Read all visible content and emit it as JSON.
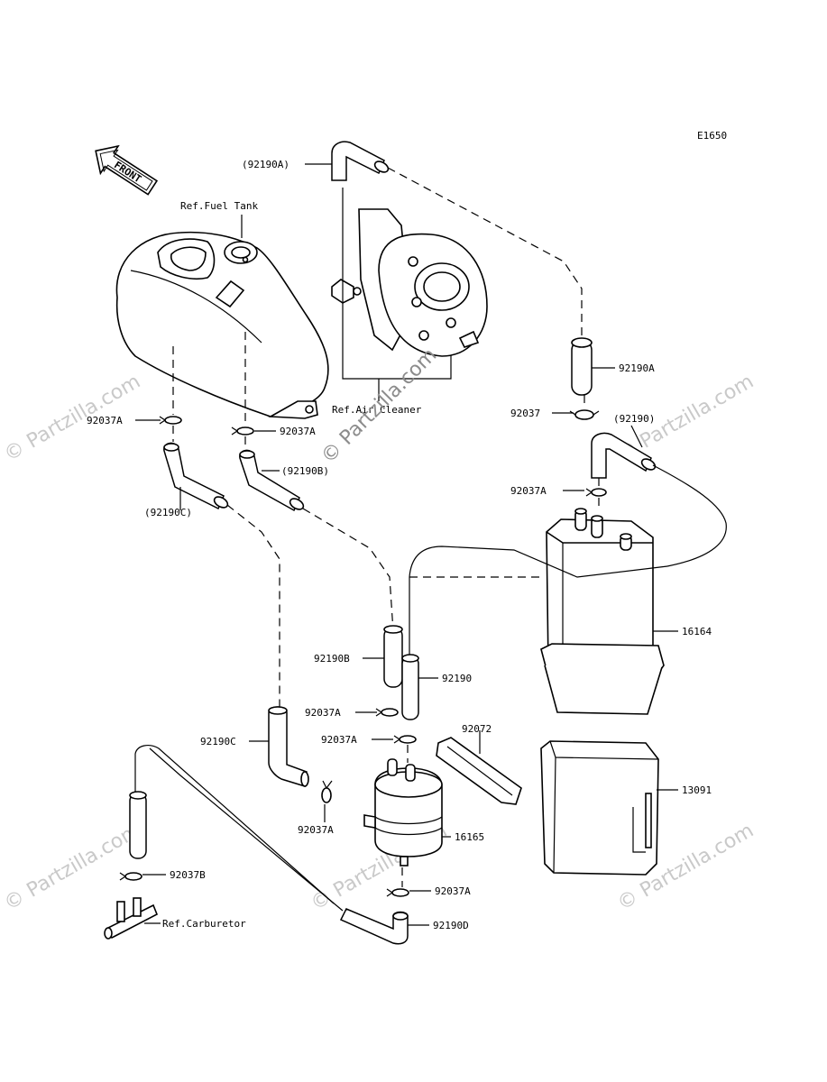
{
  "diagram_code": "E1650",
  "front_arrow_label": "FRONT",
  "refs": {
    "fuel_tank": "Ref.Fuel Tank",
    "air_cleaner": "Ref.Air Cleaner",
    "carburetor": "Ref.Carburetor"
  },
  "labels": {
    "p92190A_top": "(92190A)",
    "p92190A_right": "92190A",
    "p92037_right": "92037",
    "p92190_right_paren": "(92190)",
    "p92037A_right_canister": "92037A",
    "p16164": "16164",
    "p13091": "13091",
    "p92037A_tank_left": "92037A",
    "p92037A_tank_right": "92037A",
    "p92190B_paren": "(92190B)",
    "p92190C_paren": "(92190C)",
    "p92190B": "92190B",
    "p92190": "92190",
    "p92037A_mid": "92037A",
    "p92190C": "92190C",
    "p92037A_filter_top": "92037A",
    "p92072": "92072",
    "p92037A_filter_left": "92037A",
    "p16165": "16165",
    "p92037B": "92037B",
    "p92037A_filter_bottom": "92037A",
    "p92190D": "92190D"
  },
  "watermarks": {
    "center": "© Partzilla.com",
    "tile": "© Partzilla.com"
  }
}
